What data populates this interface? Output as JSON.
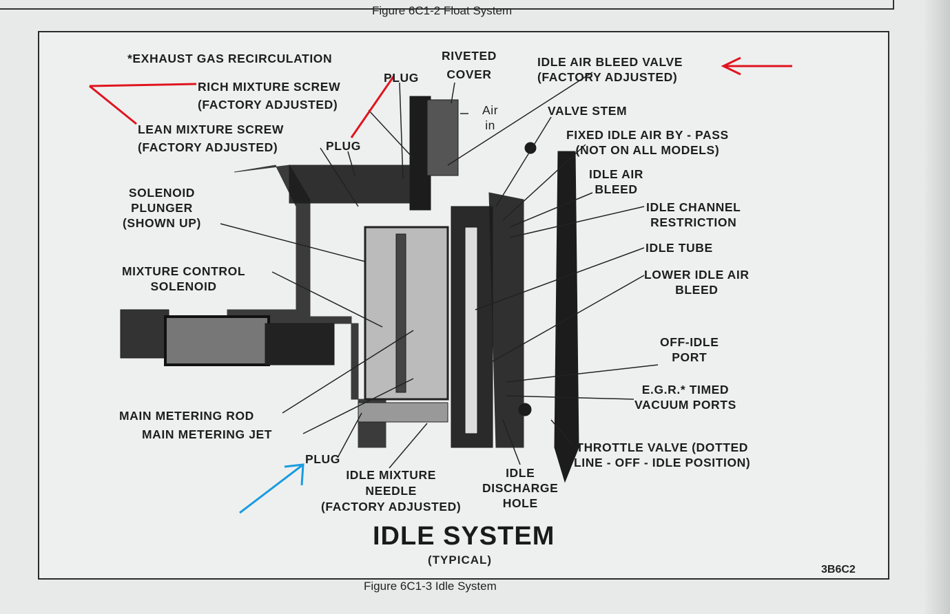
{
  "top_caption": "Figure 6C1-2 Float System",
  "bottom_caption": "Figure 6C1-3 Idle System",
  "diagram": {
    "title": "IDLE SYSTEM",
    "subtitle": "(TYPICAL)",
    "code": "3B6C2",
    "labels": {
      "egr": [
        "*EXHAUST GAS RECIRCULATION"
      ],
      "rich": [
        "RICH MIXTURE SCREW",
        "(FACTORY ADJUSTED)"
      ],
      "lean": [
        "LEAN MIXTURE SCREW",
        "(FACTORY ADJUSTED)"
      ],
      "plug_top": [
        "PLUG"
      ],
      "plug_mid": [
        "PLUG"
      ],
      "riveted": [
        "RIVETED",
        "COVER"
      ],
      "air_in": [
        "Air",
        "in"
      ],
      "bleed_valve": [
        "IDLE AIR BLEED VALVE",
        "(FACTORY ADJUSTED)"
      ],
      "valve_stem": [
        "VALVE STEM"
      ],
      "bypass": [
        "FIXED IDLE AIR BY - PASS",
        "(NOT ON ALL MODELS)"
      ],
      "air_bleed": [
        "IDLE AIR",
        "BLEED"
      ],
      "channel": [
        "IDLE CHANNEL",
        "RESTRICTION"
      ],
      "tube": [
        "IDLE TUBE"
      ],
      "lower_bleed": [
        "LOWER IDLE AIR",
        "BLEED"
      ],
      "plunger": [
        "SOLENOID",
        "PLUNGER",
        "(SHOWN UP)"
      ],
      "solenoid": [
        "MIXTURE CONTROL",
        "SOLENOID"
      ],
      "off_idle": [
        "OFF-IDLE",
        "PORT"
      ],
      "egr_ports": [
        "E.G.R.* TIMED",
        "VACUUM PORTS"
      ],
      "throttle": [
        "THROTTLE VALVE (DOTTED",
        "LINE - OFF - IDLE POSITION)"
      ],
      "rod": [
        "MAIN METERING ROD"
      ],
      "jet": [
        "MAIN METERING JET"
      ],
      "plug_bottom": [
        "PLUG"
      ],
      "needle": [
        "IDLE MIXTURE",
        "NEEDLE",
        "(FACTORY ADJUSTED)"
      ],
      "discharge": [
        "IDLE",
        "DISCHARGE",
        "HOLE"
      ]
    }
  },
  "annotation_colors": {
    "red": "#e0141e",
    "blue": "#1a9be0"
  }
}
